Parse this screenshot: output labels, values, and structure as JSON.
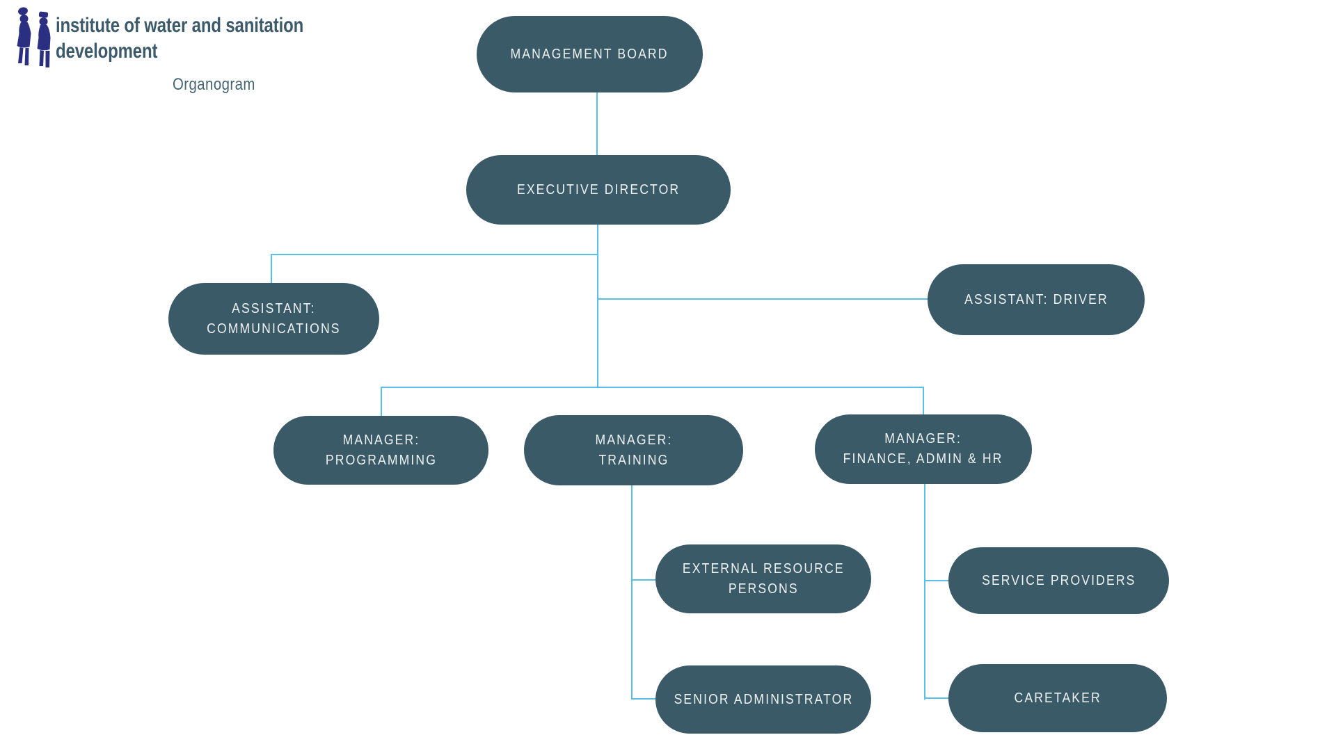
{
  "header": {
    "org_name_line1": "institute of water and sanitation",
    "org_name_line2": "development",
    "org_name": "institute of water and sanitation\ndevelopment",
    "subtitle": "Organogram",
    "logo": "two-figures-carrying-water-logo"
  },
  "colors": {
    "node_fill": "#3a5a68",
    "node_text": "#edf2f3",
    "connector": "#58bfe8",
    "title_text": "#3d5a6b",
    "logo_navy": "#2b2f82",
    "background": "#ffffff"
  },
  "chart": {
    "type": "org-chart",
    "title": "Organogram",
    "nodes": [
      {
        "id": "management-board",
        "label": "MANAGEMENT BOARD",
        "reports_to": null
      },
      {
        "id": "executive-director",
        "label": "EXECUTIVE DIRECTOR",
        "reports_to": "management-board"
      },
      {
        "id": "assistant-communications",
        "label": "ASSISTANT:\nCOMMUNICATIONS",
        "reports_to": "executive-director"
      },
      {
        "id": "assistant-driver",
        "label": "ASSISTANT: DRIVER",
        "reports_to": "executive-director"
      },
      {
        "id": "manager-programming",
        "label": "MANAGER:\nPROGRAMMING",
        "reports_to": "executive-director"
      },
      {
        "id": "manager-training",
        "label": "MANAGER:\nTRAINING",
        "reports_to": "executive-director"
      },
      {
        "id": "manager-finance",
        "label": "MANAGER:\nFINANCE, ADMIN & HR",
        "reports_to": "executive-director"
      },
      {
        "id": "external-resource-persons",
        "label": "EXTERNAL RESOURCE\nPERSONS",
        "reports_to": "manager-training"
      },
      {
        "id": "senior-administrator",
        "label": "SENIOR ADMINISTRATOR",
        "reports_to": "manager-training"
      },
      {
        "id": "service-providers",
        "label": "SERVICE PROVIDERS",
        "reports_to": "manager-finance"
      },
      {
        "id": "caretaker",
        "label": "CARETAKER",
        "reports_to": "manager-finance"
      }
    ]
  }
}
